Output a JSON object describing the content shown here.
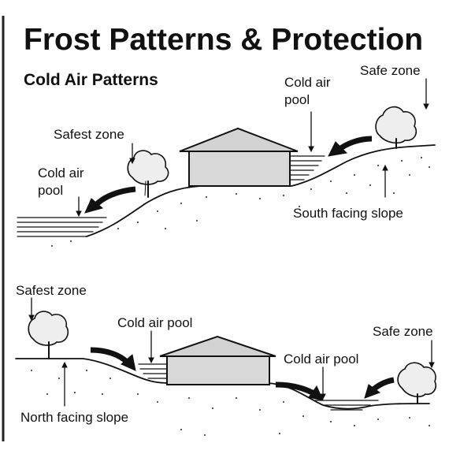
{
  "title": "Frost Patterns & Protection",
  "subtitle": "Cold Air Patterns",
  "top_scene": {
    "safe_zone": "Safe zone",
    "cold_air_pool_right_line1": "Cold air",
    "cold_air_pool_right_line2": "pool",
    "safest_zone": "Safest zone",
    "cold_air_pool_left_line1": "Cold air",
    "cold_air_pool_left_line2": "pool",
    "slope": "South facing slope"
  },
  "bottom_scene": {
    "safest_zone": "Safest zone",
    "cold_air_pool_upper": "Cold air pool",
    "cold_air_pool_lower": "Cold air pool",
    "safe_zone": "Safe zone",
    "slope": "North facing slope"
  }
}
